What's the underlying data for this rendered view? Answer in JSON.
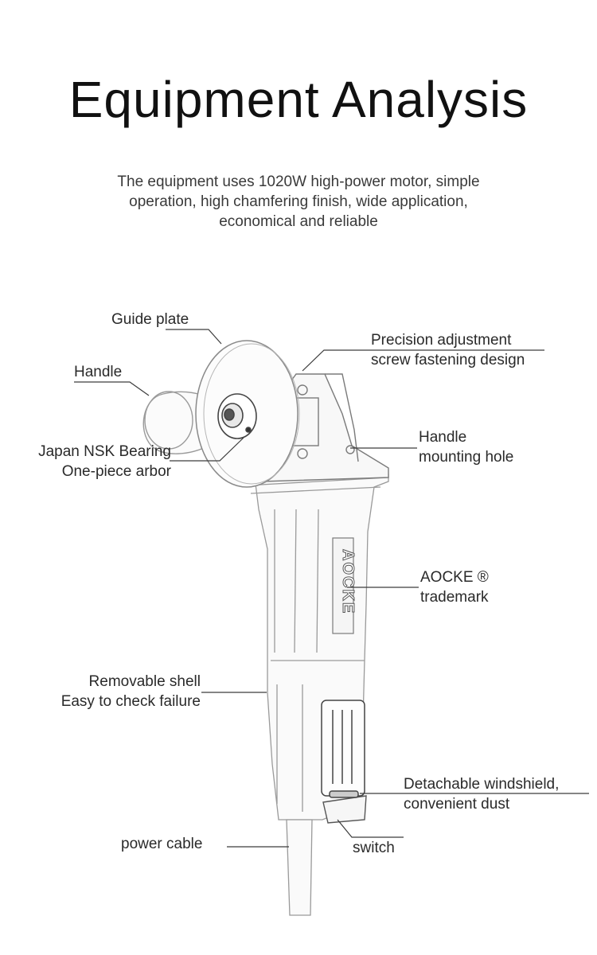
{
  "title": "Equipment Analysis",
  "description": [
    "The equipment uses 1020W high-power motor, simple",
    "operation, high chamfering finish, wide application,",
    "economical and reliable"
  ],
  "labels": {
    "guide_plate": "Guide plate",
    "handle": "Handle",
    "precision_line1": "Precision adjustment",
    "precision_line2": "screw fastening design",
    "bearing_line1": "Japan NSK Bearing",
    "bearing_line2": "One-piece arbor",
    "mount_line1": "Handle",
    "mount_line2": "mounting hole",
    "trademark_line1": "AOCKE ®",
    "trademark_line2": "trademark",
    "shell_line1": "Removable shell",
    "shell_line2": "Easy to check failure",
    "windshield_line1": "Detachable windshield,",
    "windshield_line2": "convenient dust",
    "power_cable": "power cable",
    "switch": "switch",
    "brand_engraving": "AOCKE"
  },
  "colors": {
    "line": "#3c3c3c",
    "outline": "#9a9a9a",
    "dark_outline": "#555555"
  }
}
